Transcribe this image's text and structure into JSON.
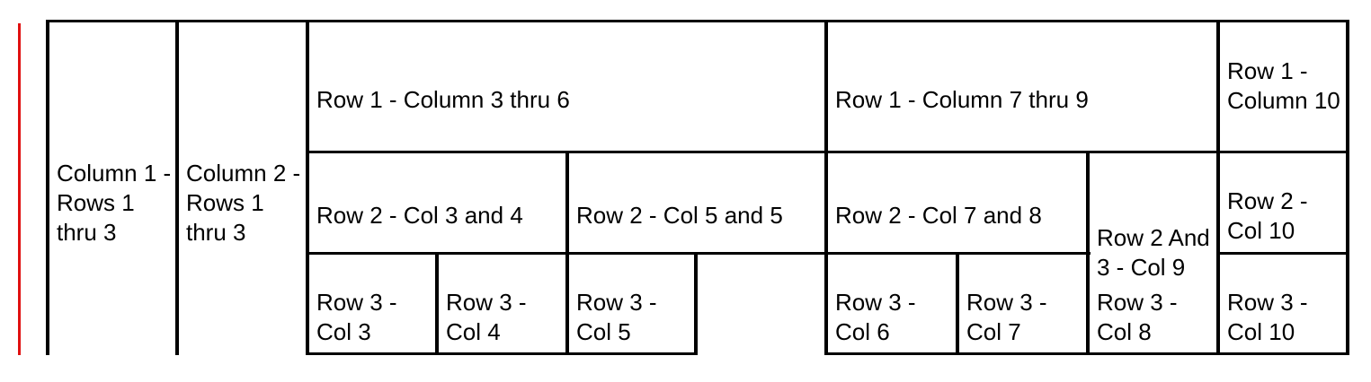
{
  "colors": {
    "accent_line": "#e01010",
    "grid": "#000000"
  },
  "cells": {
    "c1": "Column 1 - Rows 1 thru 3",
    "c2": "Column 2 - Rows 1 thru 3",
    "r1_c3_6": "Row 1 - Column 3 thru 6",
    "r1_c7_9": "Row 1 - Column 7 thru 9",
    "r1_c10": "Row 1 - Column 10",
    "r2_c3_4": "Row 2 - Col 3 and 4",
    "r2_c5_5": "Row 2 - Col 5 and 5",
    "r2_c7_8": "Row 2 - Col 7 and 8",
    "r23_c9": "Row 2 And 3 - Col 9",
    "r2_c10": "Row 2 - Col 10",
    "r3_c3": "Row 3 - Col 3",
    "r3_c4": "Row 3 - Col 4",
    "r3_c5": "Row 3 - Col 5",
    "r3_c6": "Row 3 - Col 6",
    "r3_c7": "Row 3 - Col 7",
    "r3_c8": "Row 3 - Col 8",
    "r3_c10": "Row 3 - Col 10"
  }
}
